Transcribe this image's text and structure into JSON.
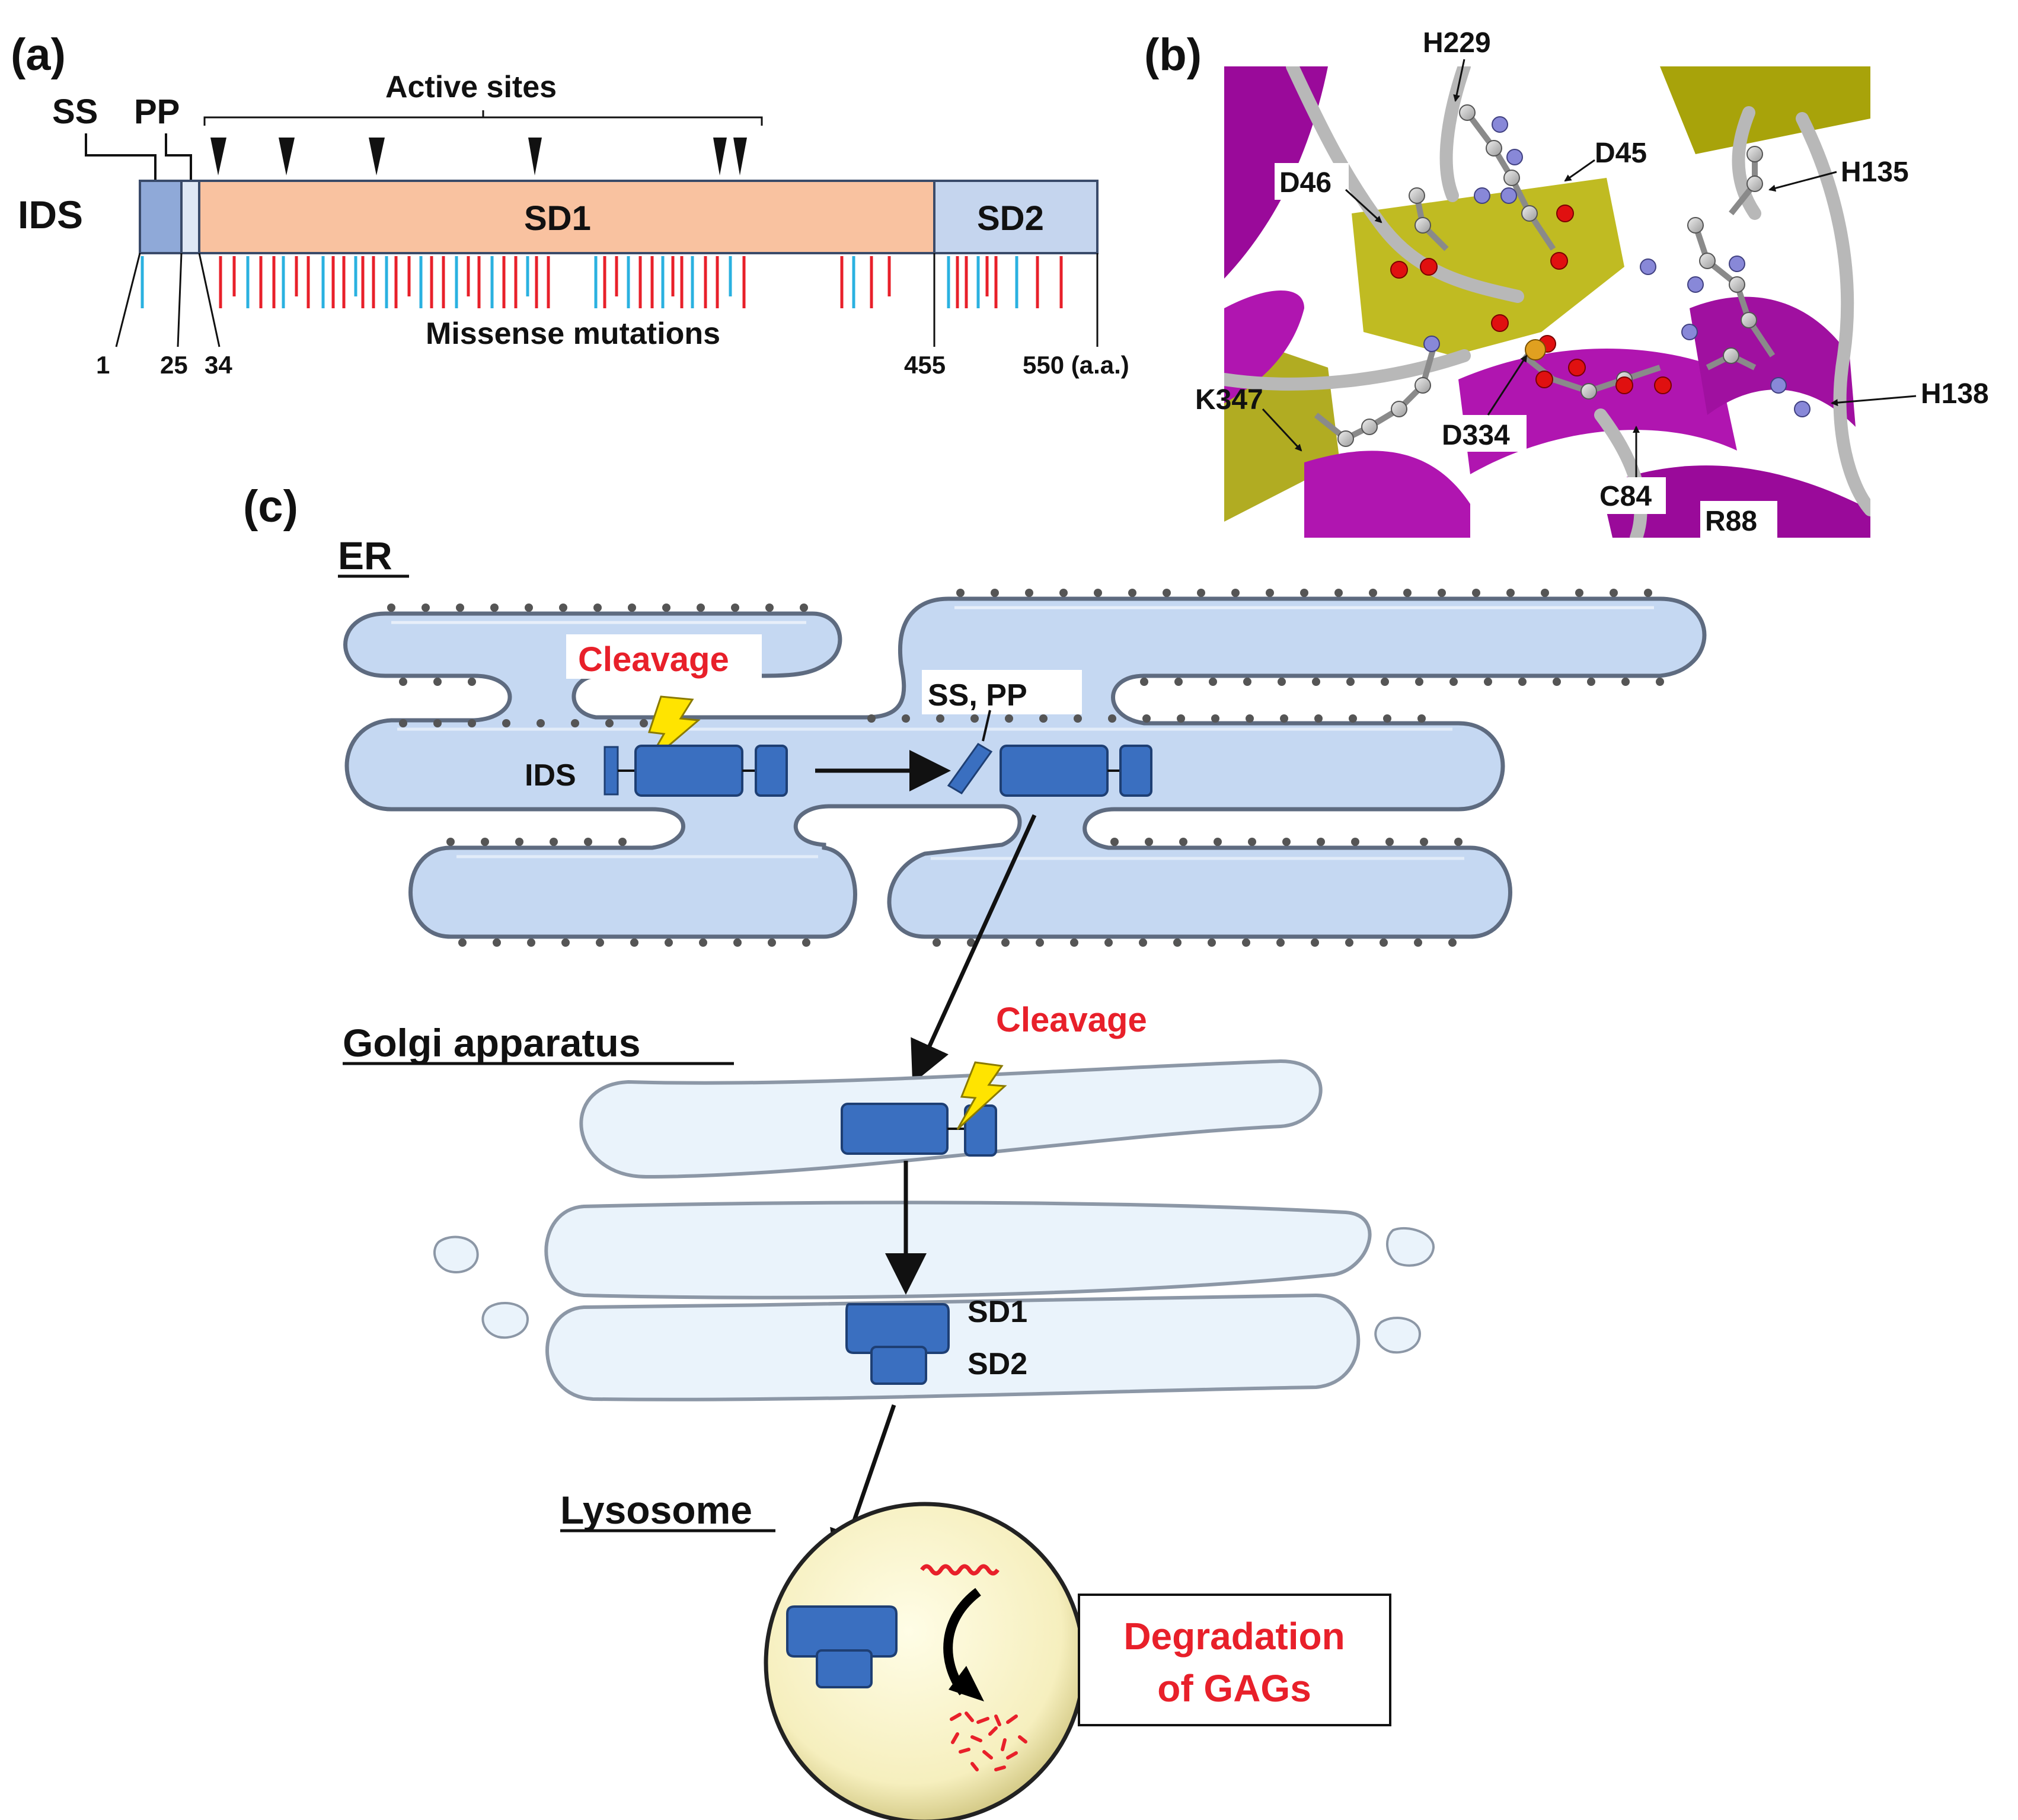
{
  "panels": {
    "a": {
      "label": "(a)",
      "protein_name": "IDS",
      "ss_label": "SS",
      "pp_label": "PP",
      "active_sites_label": "Active sites",
      "sd1_label": "SD1",
      "sd2_label": "SD2",
      "missense_label": "Missense mutations",
      "positions": [
        "1",
        "25",
        "34",
        "455",
        "550 (a.a.)"
      ]
    },
    "b": {
      "label": "(b)",
      "residues": [
        "H229",
        "D45",
        "D46",
        "H135",
        "K347",
        "D334",
        "C84",
        "R88",
        "H138"
      ]
    },
    "c": {
      "label": "(c)",
      "er_title": "ER",
      "er_cleavage": "Cleavage",
      "ss_pp": "SS, PP",
      "ids": "IDS",
      "golgi_title": "Golgi apparatus",
      "golgi_cleavage": "Cleavage",
      "sd1": "SD1",
      "sd2": "SD2",
      "lysosome_title": "Lysosome",
      "degradation_line1": "Degradation",
      "degradation_line2": "of GAGs"
    }
  },
  "colors": {
    "sd1": "#f9c2a0",
    "sd2": "#c5d5ee",
    "er_fill": "#c5d8f2",
    "golgi_fill": "#eaf3fb",
    "protein": "#3a6fc0",
    "lysosome": "#f7f2c6",
    "highlight_text": "#e8202a",
    "mutation_red": "#e8202a",
    "mutation_blue": "#2ab1e0"
  }
}
